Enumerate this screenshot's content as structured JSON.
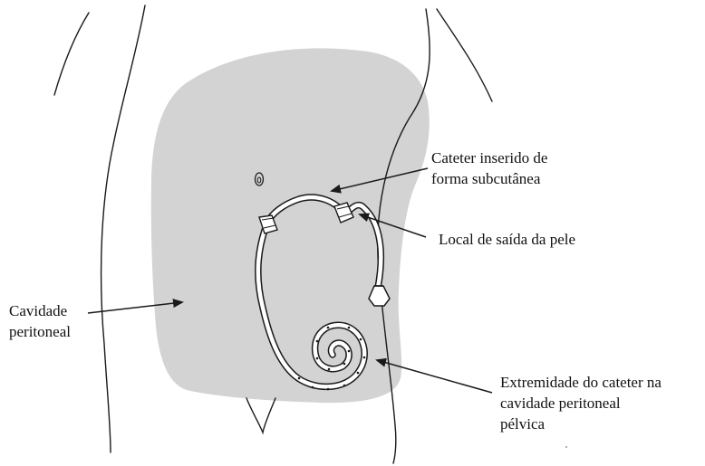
{
  "diagram": {
    "labels": {
      "catheter_subcutaneous": [
        "Cateter inserido de",
        "forma subcutânea"
      ],
      "skin_exit_site": "Local de saída da pele",
      "peritoneal_cavity": [
        "Cavidade",
        "peritoneal"
      ],
      "catheter_tip": [
        "Extremidade do cateter na",
        "cavidade peritoneal",
        "pélvica"
      ]
    },
    "colors": {
      "cavity_fill": "#d3d3d3",
      "outline": "#1a1a1a",
      "catheter_fill": "#ffffff"
    }
  }
}
